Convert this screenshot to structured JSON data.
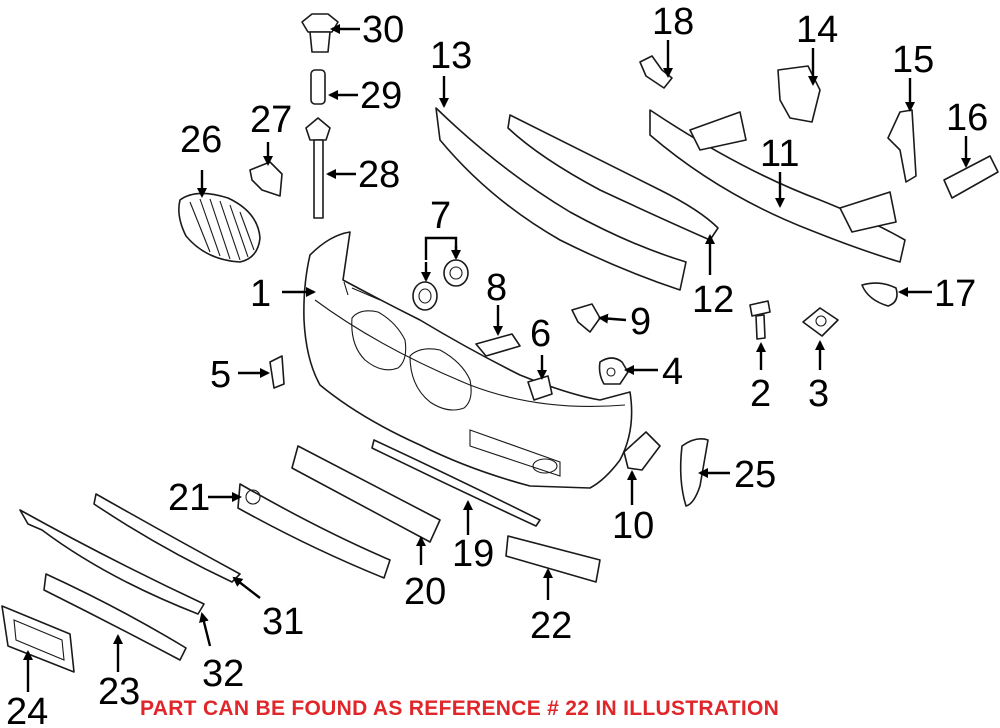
{
  "diagram": {
    "callouts": [
      "1",
      "2",
      "3",
      "4",
      "5",
      "6",
      "7",
      "8",
      "9",
      "10",
      "11",
      "12",
      "13",
      "14",
      "15",
      "16",
      "17",
      "18",
      "19",
      "20",
      "21",
      "22",
      "23",
      "24",
      "25",
      "26",
      "27",
      "28",
      "29",
      "30",
      "31",
      "32"
    ],
    "note": "PART CAN BE FOUND AS REFERENCE # 22 IN ILLUSTRATION",
    "colors": {
      "note": "#e0262a",
      "line": "#1a1a1a"
    }
  }
}
